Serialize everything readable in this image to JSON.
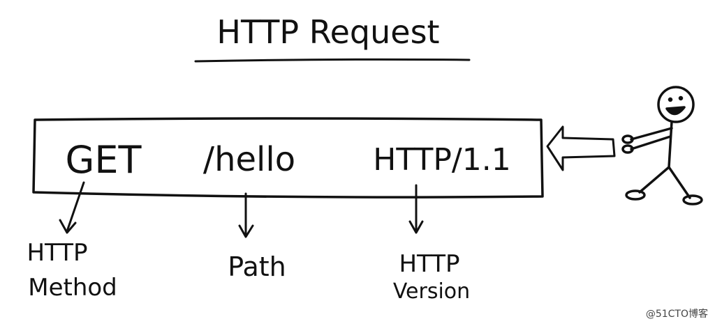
{
  "title": "HTTP Request",
  "request_line": {
    "method": "GET",
    "path": "/hello",
    "version": "HTTP/1.1"
  },
  "labels": {
    "method_line1": "HTTP",
    "method_line2": "Method",
    "path": "Path",
    "version_line1": "HTTP",
    "version_line2": "Version"
  },
  "watermark": "@51CTO博客",
  "colors": {
    "ink": "#111111",
    "background": "#ffffff"
  }
}
